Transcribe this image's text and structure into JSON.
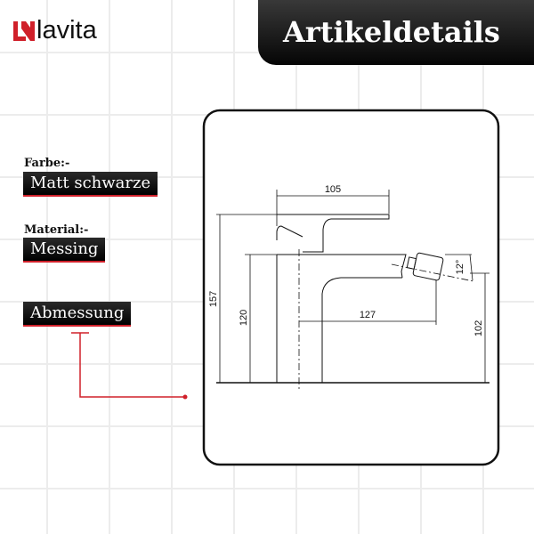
{
  "brand": {
    "name": "lavita",
    "accent": "#d0202a"
  },
  "header": {
    "title": "Artikeldetails"
  },
  "specs": [
    {
      "label": "Farbe:-",
      "value": "Matt schwarze"
    },
    {
      "label": "Material:-",
      "value": "Messing"
    }
  ],
  "dimension_tag": "Abmessung",
  "drawing": {
    "dims": {
      "width_handle": "105",
      "height_total": "157",
      "height_body": "120",
      "reach": "127",
      "spout_height": "102",
      "angle": "12°"
    }
  }
}
